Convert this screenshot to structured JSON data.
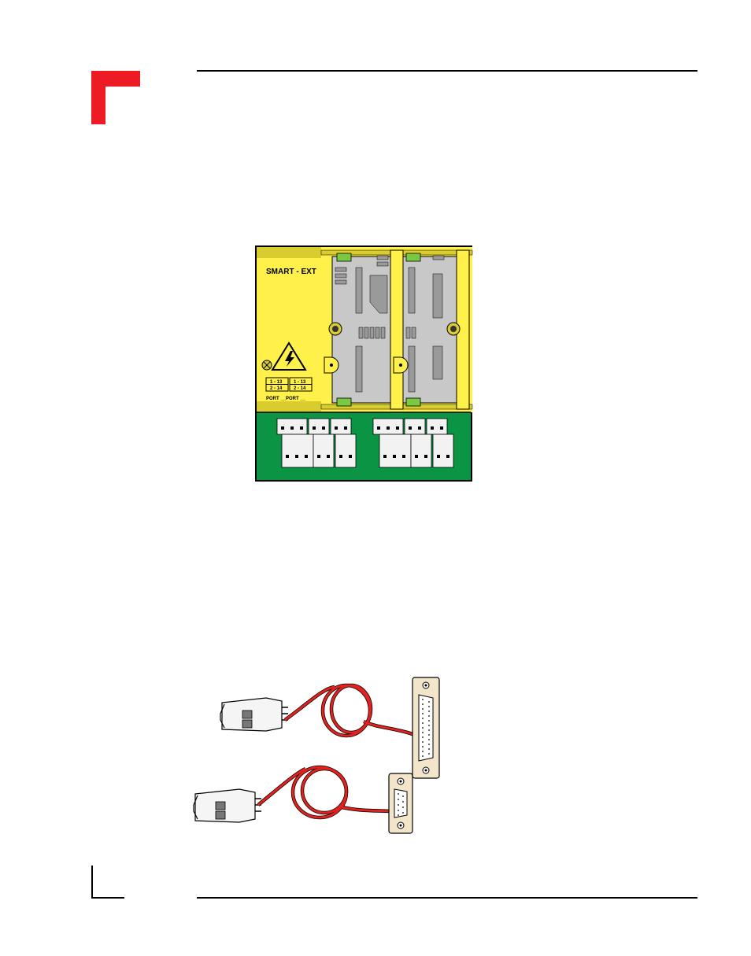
{
  "page": {
    "accent_color": "#ed1c24"
  },
  "module_figure": {
    "label": "SMART - EXT",
    "port_labels": [
      "1 - 13",
      "2 - 14",
      "1 - 13",
      "2 - 14"
    ],
    "port_caption": "PORT __PORT __",
    "colors": {
      "housing": "#fff04a",
      "housing_dark": "#d9cc2e",
      "pcb": "#0b9444",
      "card": "#c8c8c8",
      "chip": "#9a9a9a",
      "clip": "#7ac943",
      "terminal": "#f2f2f2"
    }
  },
  "cable_figure": {
    "colors": {
      "cable": "#e1231f",
      "connector": "#f2e5c9",
      "plug": "#f5f5f5"
    }
  }
}
